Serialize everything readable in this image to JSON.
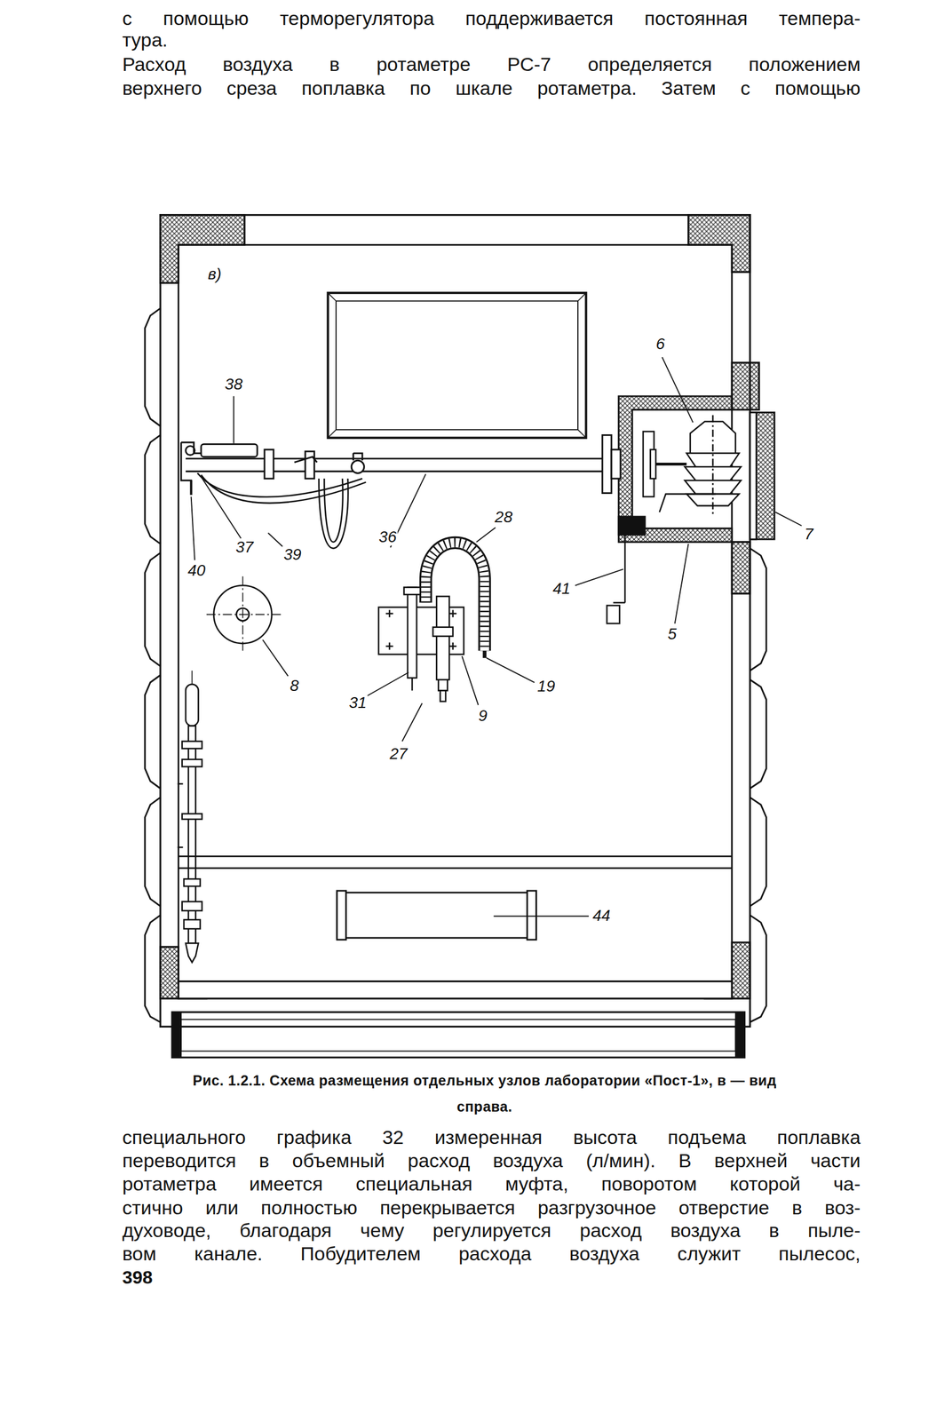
{
  "diagram": {
    "caption": "Рис. 1.2.1. Схема размещения отдельных узлов лаборатории «Пост-1», в — вид справа.",
    "labels": [
      "с помощью терморегулятора поддерживается постоянная темпера-",
      "тура.",
      "Расход воздуха в ротаметре РС-7 определяется положением",
      "верхнего среза поплавка по шкале ротаметра. Затем с помощью",
      "в)",
      "38",
      "6",
      "28",
      "36",
      "37",
      "39",
      "7",
      "40",
      "41",
      "5",
      "8",
      "19",
      "31",
      "9",
      "27",
      "44",
      "специального графика 32 измеренная высота подъема поплавка",
      "переводится в объемный расход воздуха (л/мин). В верхней части",
      "ротаметра имеется специальная муфта, поворотом которой ча-",
      "стично или полностью перекрывается разгрузочное отверстие в воз-",
      "духоводе, благодаря чему регулируется расход воздуха в пыле-",
      "вом канале. Побудителем расхода воздуха служит пылесос,",
      "398"
    ]
  }
}
